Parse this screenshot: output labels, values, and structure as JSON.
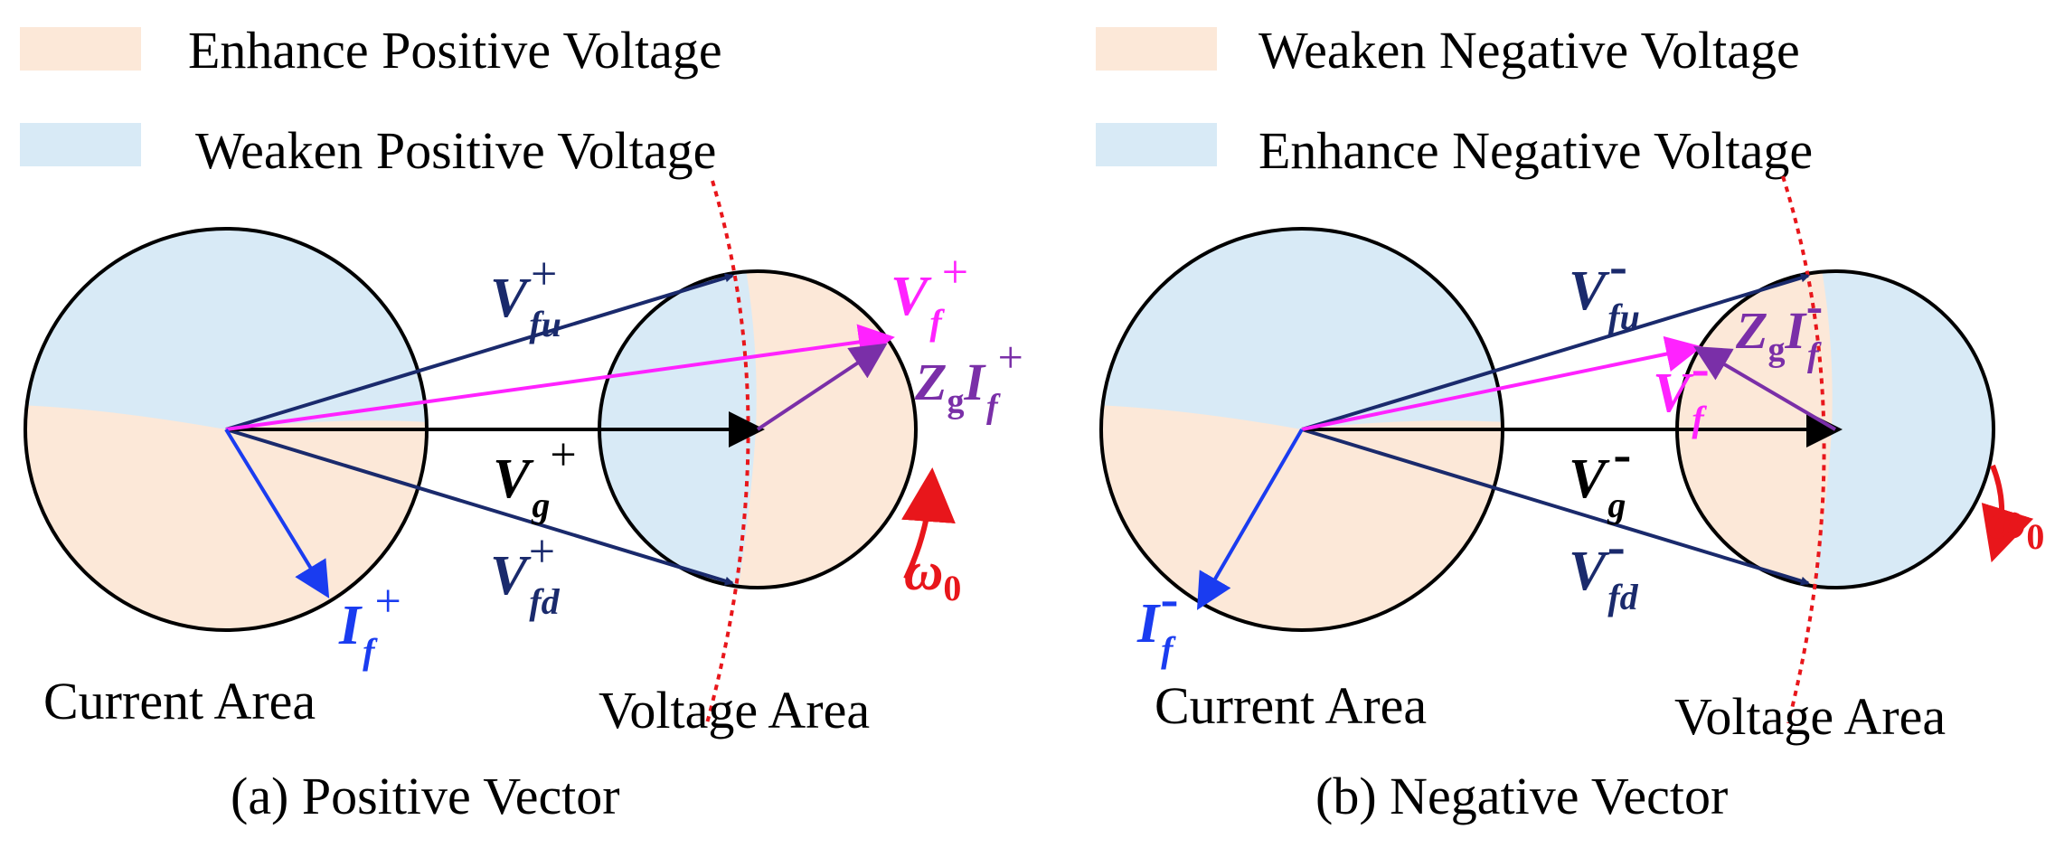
{
  "colors": {
    "enhance_fill": "#fce8d8",
    "weaken_fill": "#d8eaf6",
    "navy": "#1a2a6c",
    "magenta": "#ff22ff",
    "purple": "#7a2fa8",
    "blue": "#1a3cf0",
    "red": "#e8161b",
    "black": "#000000"
  },
  "panel_a": {
    "legend_top": "Enhance Positive Voltage",
    "legend_bottom": "Weaken Positive Voltage",
    "current_area": "Current Area",
    "voltage_area": "Voltage Area",
    "caption": "(a) Positive Vector",
    "sign": "+",
    "vectors": {
      "v_fu": {
        "base": "V",
        "sub": "fu"
      },
      "v_f": {
        "base": "V",
        "sub": "f"
      },
      "z_g_i_f": {
        "base": "Z",
        "sub": "g",
        "base2": "I",
        "sub2": "f"
      },
      "v_g": {
        "base": "V",
        "sub": "g"
      },
      "v_fd": {
        "base": "V",
        "sub": "fd"
      },
      "i_f": {
        "base": "I",
        "sub": "f"
      },
      "omega": {
        "base": "ω",
        "sub": "0"
      }
    }
  },
  "panel_b": {
    "legend_top": "Weaken Negative Voltage",
    "legend_bottom": "Enhance Negative Voltage",
    "current_area": "Current Area",
    "voltage_area": "Voltage Area",
    "caption": "(b) Negative Vector",
    "sign": "-",
    "vectors": {
      "v_fu": {
        "base": "V",
        "sub": "fu"
      },
      "z_g_i_f": {
        "base": "Z",
        "sub": "g",
        "base2": "I",
        "sub2": "f"
      },
      "v_f": {
        "base": "V",
        "sub": "f"
      },
      "v_g": {
        "base": "V",
        "sub": "g"
      },
      "v_fd": {
        "base": "V",
        "sub": "fd"
      },
      "i_f": {
        "base": "I",
        "sub": "f"
      },
      "omega": {
        "base": "ω",
        "sub": "0"
      }
    }
  }
}
